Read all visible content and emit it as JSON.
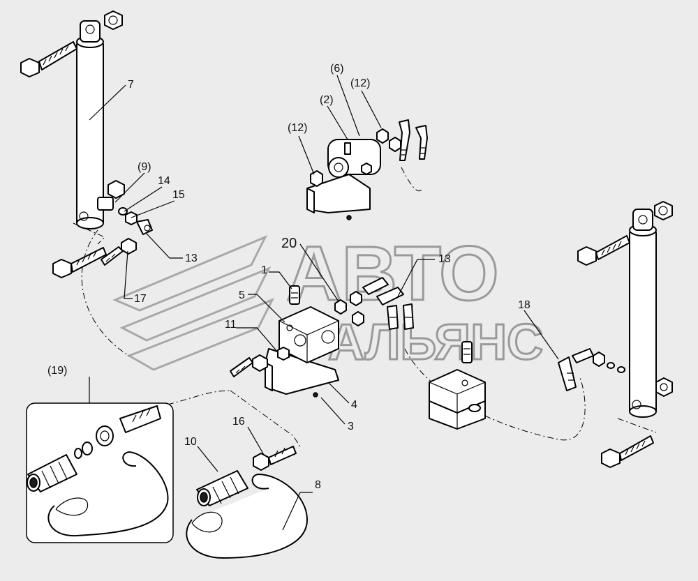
{
  "watermark": {
    "line1": "АВТО",
    "line2": "АЛЬЯНС"
  },
  "callouts": {
    "c1": "1",
    "c2": "(2)",
    "c3": "3",
    "c4": "4",
    "c5": "5",
    "c6": "(6)",
    "c7": "7",
    "c8": "8",
    "c9": "(9)",
    "c10": "10",
    "c11": "11",
    "c12a": "(12)",
    "c12b": "(12)",
    "c13a": "13",
    "c13b": "13",
    "c14": "14",
    "c15": "15",
    "c16": "16",
    "c17": "17",
    "c18": "18",
    "c19": "(19)",
    "c20": "20"
  }
}
